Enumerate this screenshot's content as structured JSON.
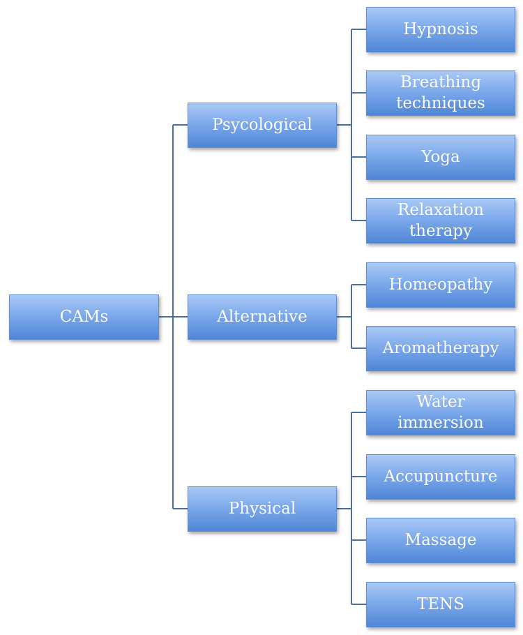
{
  "diagram": {
    "root": {
      "label": "CAMs"
    },
    "categories": [
      {
        "label": "Psycological",
        "children": [
          {
            "label": "Hypnosis"
          },
          {
            "label": "Breathing\ntechniques"
          },
          {
            "label": "Yoga"
          },
          {
            "label": "Relaxation\ntherapy"
          }
        ]
      },
      {
        "label": "Alternative",
        "children": [
          {
            "label": "Homeopathy"
          },
          {
            "label": "Aromatherapy"
          }
        ]
      },
      {
        "label": "Physical",
        "children": [
          {
            "label": "Water\nimmersion"
          },
          {
            "label": "Accupuncture"
          },
          {
            "label": "Massage"
          },
          {
            "label": "TENS"
          }
        ]
      }
    ],
    "colors": {
      "box_top": "#a9c9f5",
      "box_bottom": "#4f86d6",
      "box_border": "#5f8fd2",
      "connector": "#4a6fa3",
      "text": "#ffffff"
    }
  }
}
